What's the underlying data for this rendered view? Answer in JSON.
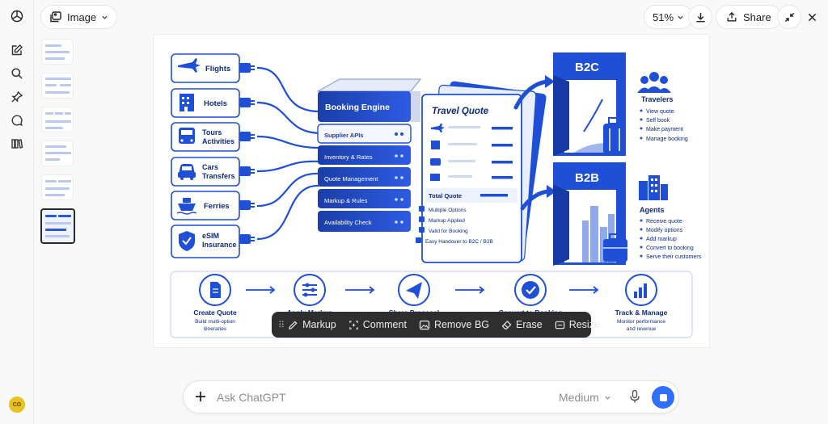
{
  "topbar": {
    "image_label": "Image",
    "zoom_label": "51%",
    "share_label": "Share"
  },
  "rail": {
    "avatar_initials": "CO"
  },
  "infographic": {
    "sources": [
      {
        "label": "Flights",
        "icon": "plane-icon"
      },
      {
        "label": "Hotels",
        "icon": "building-icon"
      },
      {
        "label": "Tours",
        "label2": "Activities",
        "icon": "bus-icon"
      },
      {
        "label": "Cars",
        "label2": "Transfers",
        "icon": "car-icon"
      },
      {
        "label": "Ferries",
        "icon": "ship-icon"
      },
      {
        "label": "eSIM",
        "label2": "Insurance",
        "icon": "shield-icon"
      }
    ],
    "engine_title": "Booking Engine",
    "engine_layers": [
      "Supplier APIs",
      "Inventory & Rates",
      "Quote Management",
      "Markup & Rules",
      "Availability Check"
    ],
    "quote_title": "Travel Quote",
    "quote_total": "Total Quote",
    "quote_checks": [
      "Multiple Options",
      "Markup Applied",
      "Valid for Booking",
      "Easy Handover to B2C / B2B"
    ],
    "b2c": {
      "door": "B2C",
      "title": "Travelers",
      "items": [
        "View quote",
        "Self book",
        "Make payment",
        "Manage booking"
      ]
    },
    "b2b": {
      "door": "B2B",
      "title": "Agents",
      "items": [
        "Receive quote",
        "Modify options",
        "Add markup",
        "Convert to booking",
        "Serve their customers"
      ]
    },
    "steps": [
      {
        "title": "Create Quote",
        "sub1": "Build multi-option",
        "sub2": "itineraries"
      },
      {
        "title": "Apply Markup",
        "sub1": "",
        "sub2": ""
      },
      {
        "title": "Share Proposal",
        "sub1": "",
        "sub2": ""
      },
      {
        "title": "Convert to Booking",
        "sub1": "",
        "sub2": ""
      },
      {
        "title": "Track & Manage",
        "sub1": "Monitor performance",
        "sub2": "and revenue"
      }
    ]
  },
  "toolbar": {
    "markup": "Markup",
    "comment": "Comment",
    "remove_bg": "Remove BG",
    "erase": "Erase",
    "resize": "Resize"
  },
  "composer": {
    "placeholder": "Ask ChatGPT",
    "model": "Medium"
  }
}
